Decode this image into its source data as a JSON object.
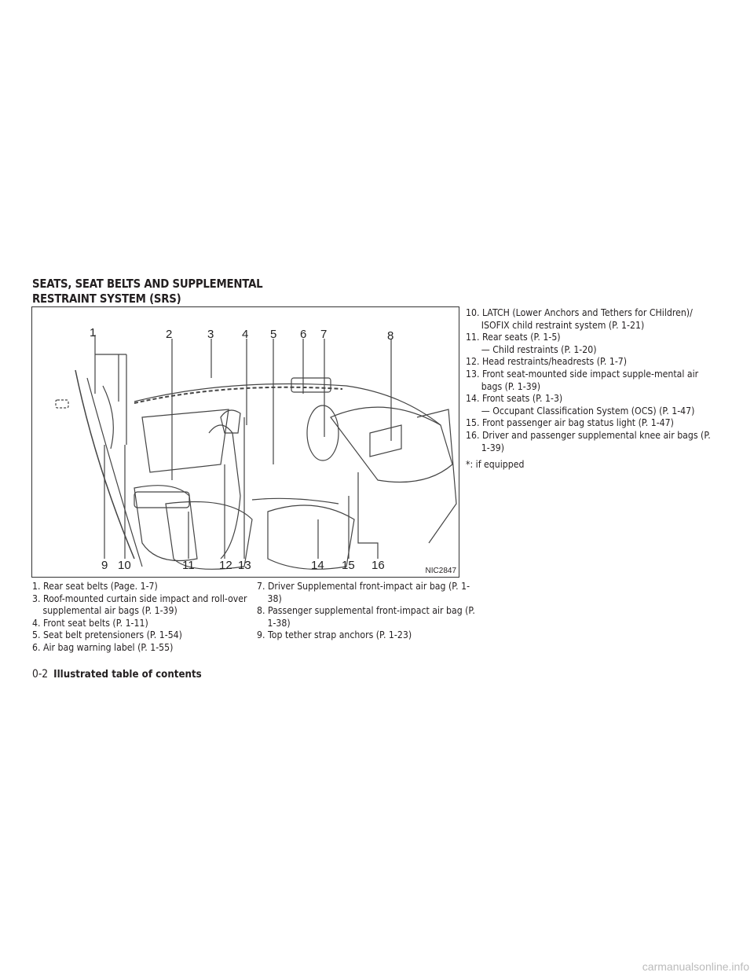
{
  "heading": {
    "line1": "SEATS, SEAT BELTS AND SUPPLEMENTAL",
    "line2": "RESTRAINT SYSTEM (SRS)"
  },
  "figure": {
    "code": "NIC2847",
    "callouts": [
      "1",
      "2",
      "3",
      "4",
      "5",
      "6",
      "7",
      "8",
      "9",
      "10",
      "11",
      "12",
      "13",
      "14",
      "15",
      "16"
    ]
  },
  "items": [
    {
      "num": "1.",
      "text": "Rear seat belts (Page. 1-7)"
    },
    {
      "num": "3.",
      "text": "Roof-mounted curtain side impact and roll-over supplemental air bags (P. 1-39)"
    },
    {
      "num": "4.",
      "text": "Front seat belts (P. 1-11)"
    },
    {
      "num": "5.",
      "text": "Seat belt pretensioners (P. 1-54)"
    },
    {
      "num": "6.",
      "text": "Air bag warning label (P. 1-55)"
    },
    {
      "num": "7.",
      "text": "Driver Supplemental front-impact air bag (P. 1-38)"
    },
    {
      "num": "8.",
      "text": "Passenger supplemental front-impact air bag (P. 1-38)"
    },
    {
      "num": "9.",
      "text": "Top tether strap anchors (P. 1-23)"
    },
    {
      "num": "10.",
      "text": "LATCH (Lower Anchors and Tethers for CHildren)/ ISOFIX child restraint system (P. 1-21)"
    },
    {
      "num": "11.",
      "text": "Rear seats (P. 1-5)",
      "sub": "— Child restraints (P. 1-20)"
    },
    {
      "num": "12.",
      "text": "Head restraints/headrests (P. 1-7)"
    },
    {
      "num": "13.",
      "text": "Front seat-mounted side impact supple-mental air bags (P. 1-39)"
    },
    {
      "num": "14.",
      "text": "Front seats (P. 1-3)",
      "sub": "— Occupant Classification System (OCS) (P. 1-47)"
    },
    {
      "num": "15.",
      "text": "Front passenger air bag status light (P. 1-47)"
    },
    {
      "num": "16.",
      "text": "Driver and passenger supplemental knee air bags (P. 1-39)"
    }
  ],
  "note": "*: if equipped",
  "footer": {
    "page": "0-2",
    "title": "Illustrated table of contents"
  },
  "watermark": "carmanualsonline.info"
}
